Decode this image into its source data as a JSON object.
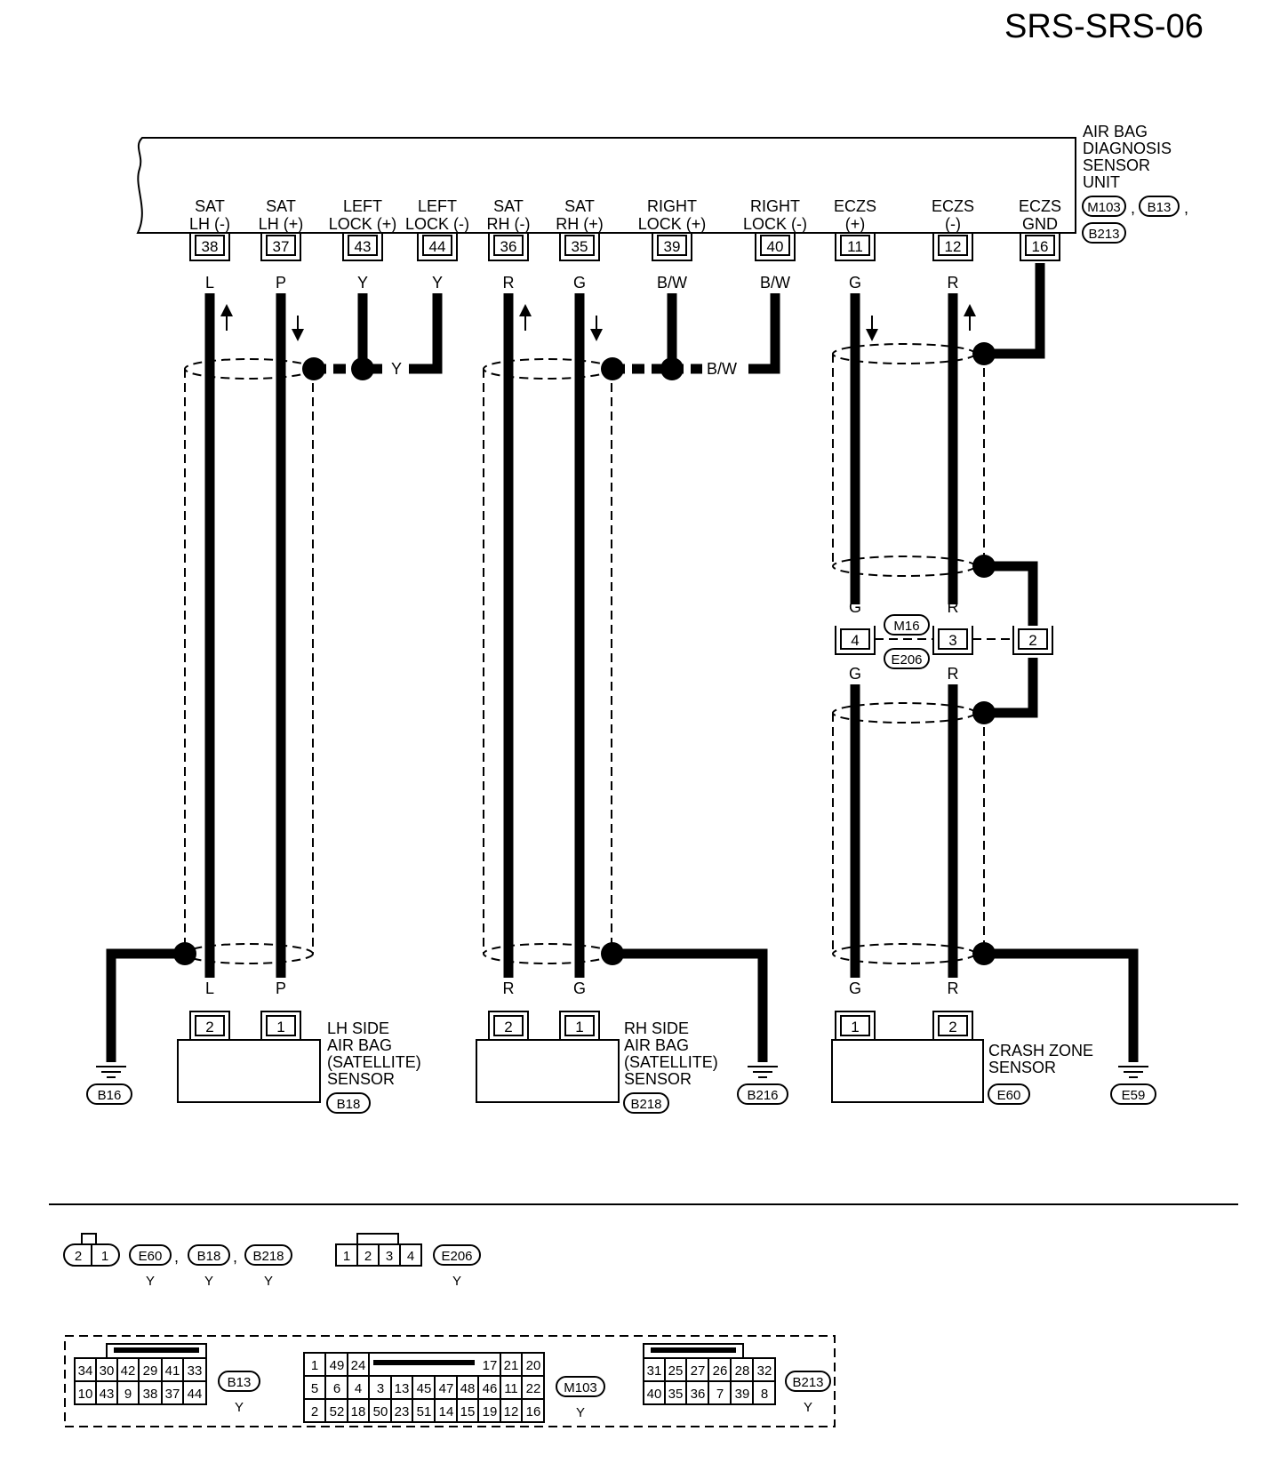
{
  "page_code": "SRS-SRS-06",
  "unit": {
    "name_lines": [
      "AIR BAG",
      "DIAGNOSIS",
      "SENSOR",
      "UNIT"
    ],
    "connectors": [
      "M103",
      "B13",
      "B213"
    ]
  },
  "unit_pins": [
    {
      "l1": "SAT",
      "l2": "LH (-)",
      "pin": "38",
      "color": "L"
    },
    {
      "l1": "SAT",
      "l2": "LH (+)",
      "pin": "37",
      "color": "P"
    },
    {
      "l1": "LEFT",
      "l2": "LOCK (+)",
      "pin": "43",
      "color": "Y"
    },
    {
      "l1": "LEFT",
      "l2": "LOCK (-)",
      "pin": "44",
      "color": "Y"
    },
    {
      "l1": "SAT",
      "l2": "RH (-)",
      "pin": "36",
      "color": "R"
    },
    {
      "l1": "SAT",
      "l2": "RH (+)",
      "pin": "35",
      "color": "G"
    },
    {
      "l1": "RIGHT",
      "l2": "LOCK (+)",
      "pin": "39",
      "color": "B/W"
    },
    {
      "l1": "RIGHT",
      "l2": "LOCK (-)",
      "pin": "40",
      "color": "B/W"
    },
    {
      "l1": "ECZS",
      "l2": "(+)",
      "pin": "11",
      "color": "G"
    },
    {
      "l1": "ECZS",
      "l2": "(-)",
      "pin": "12",
      "color": "R"
    },
    {
      "l1": "ECZS",
      "l2": "GND",
      "pin": "16",
      "color": ""
    }
  ],
  "splice_labels": {
    "left": "Y",
    "right": "B/W"
  },
  "joint_connector": {
    "pins": [
      "4",
      "3",
      "2"
    ],
    "connectors": [
      "M16",
      "E206"
    ],
    "wire_colors": [
      "G",
      "R"
    ]
  },
  "components": [
    {
      "name_lines": [
        "LH SIDE",
        "AIR BAG",
        "(SATELLITE)",
        "SENSOR"
      ],
      "connector": "B18",
      "pins": [
        "2",
        "1"
      ],
      "wire_colors": [
        "L",
        "P"
      ],
      "ground": "B16"
    },
    {
      "name_lines": [
        "RH SIDE",
        "AIR BAG",
        "(SATELLITE)",
        "SENSOR"
      ],
      "connector": "B218",
      "pins": [
        "2",
        "1"
      ],
      "wire_colors": [
        "R",
        "G"
      ],
      "ground": "B216"
    },
    {
      "name_lines": [
        "CRASH ZONE",
        "SENSOR"
      ],
      "connector": "E60",
      "pins": [
        "1",
        "2"
      ],
      "wire_colors": [
        "G",
        "R"
      ],
      "ground": "E59"
    }
  ],
  "legend": {
    "small_connector": {
      "pins": [
        "2",
        "1"
      ],
      "refs": [
        "E60",
        "B18",
        "B218"
      ],
      "colors": [
        "Y",
        "Y",
        "Y"
      ]
    },
    "joint_connector": {
      "pins": [
        "1",
        "2",
        "3",
        "4"
      ],
      "ref": "E206",
      "color": "Y"
    },
    "b13": {
      "ref": "B13",
      "color": "Y",
      "rows": [
        [
          "34",
          "30",
          "42",
          "29",
          "41",
          "33"
        ],
        [
          "10",
          "43",
          "9",
          "38",
          "37",
          "44"
        ]
      ]
    },
    "m103": {
      "ref": "M103",
      "color": "Y",
      "top_left": [
        "1",
        "49",
        "24"
      ],
      "top_right": [
        "17",
        "21",
        "20"
      ],
      "rows": [
        [
          "5",
          "6",
          "4",
          "3",
          "13",
          "45",
          "47",
          "48",
          "46",
          "11",
          "22"
        ],
        [
          "2",
          "52",
          "18",
          "50",
          "23",
          "51",
          "14",
          "15",
          "19",
          "12",
          "16"
        ]
      ]
    },
    "b213": {
      "ref": "B213",
      "color": "Y",
      "rows": [
        [
          "31",
          "25",
          "27",
          "26",
          "28",
          "32"
        ],
        [
          "40",
          "35",
          "36",
          "7",
          "39",
          "8"
        ]
      ]
    }
  }
}
